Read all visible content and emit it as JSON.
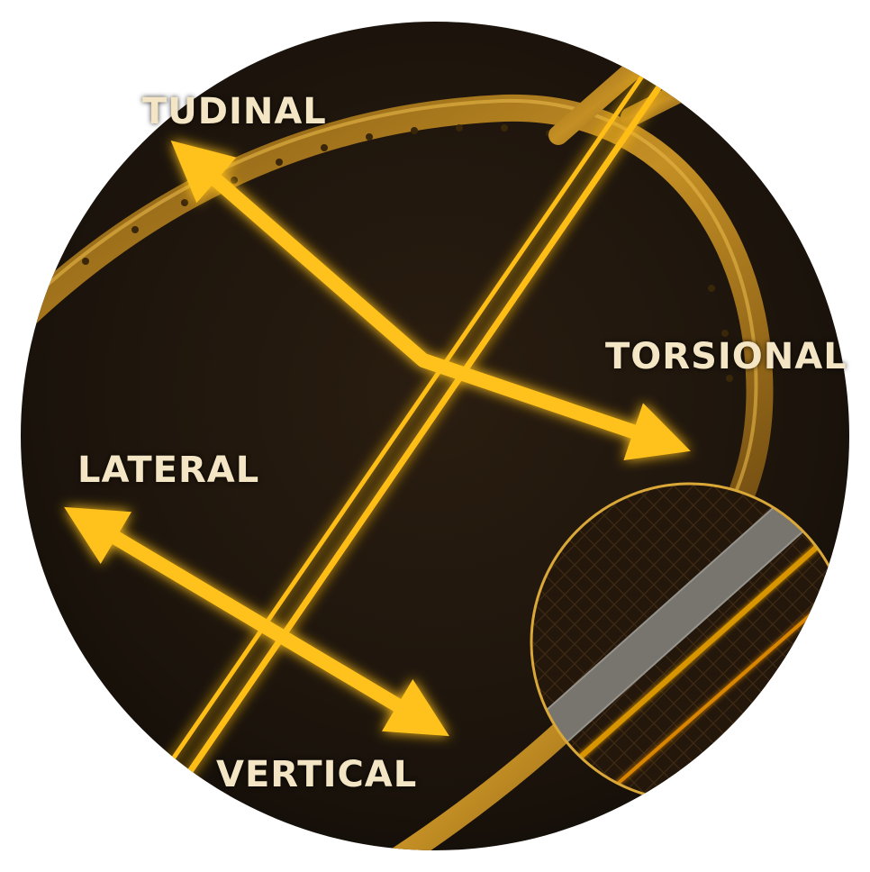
{
  "image": {
    "labels": {
      "longitudinal": "TUDINAL",
      "torsional": "TORSIONAL",
      "lateral": "LATERAL",
      "vertical": "VERTICAL"
    },
    "colors": {
      "background": "#1e150d",
      "glow": "#ffc21a",
      "frame": "#b8821c",
      "label_text": "#f4e6c4",
      "inset_border": "#d9a838",
      "inset_stripe": "#8d8a82"
    },
    "icons": [
      "racket-frame",
      "double-headed-arrow",
      "magnifier-inset"
    ]
  }
}
